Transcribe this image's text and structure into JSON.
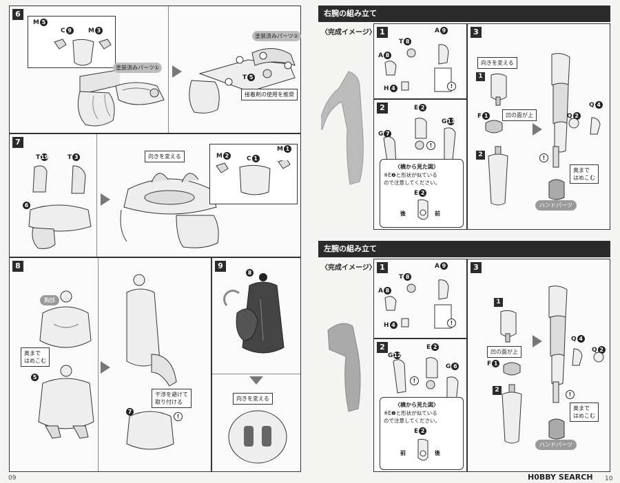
{
  "left_page": {
    "step6": {
      "number": "6",
      "labels": {
        "m5": "M",
        "m5_num": "5",
        "c9": "C",
        "c9_num": "9",
        "m3": "M",
        "m3_num": "3",
        "t5": "T",
        "t5_num": "5"
      },
      "notes": {
        "painted1": "塗装済みパーツ①",
        "painted2": "塗装済みパーツ②",
        "glue": "接着剤の使用を推奨"
      }
    },
    "step7": {
      "number": "7",
      "labels": {
        "t19": "T",
        "t19_num": "19",
        "t3": "T",
        "t3_num": "3",
        "m2": "M",
        "m2_num": "2",
        "c1": "C",
        "c1_num": "1",
        "m1": "M",
        "m1_num": "1",
        "six": "6"
      },
      "notes": {
        "turn": "向きを変える"
      }
    },
    "step8": {
      "number": "8",
      "labels": {
        "five": "5",
        "seven": "7"
      },
      "notes": {
        "chest": "胸部",
        "push_line1": "奥まで",
        "push_line2": "はめこむ",
        "avoid_line1": "干渉を避けて",
        "avoid_line2": "取り付ける"
      }
    },
    "step9": {
      "number": "9",
      "labels": {
        "eight": "8"
      },
      "notes": {
        "turn": "向きを変える"
      }
    },
    "page_number": "09"
  },
  "right_page": {
    "right_arm": {
      "banner": "右腕の組み立て",
      "finished": "〈完成イメージ〉",
      "step1": {
        "number": "1",
        "t8": "T",
        "t8_num": "8",
        "a9": "A",
        "a9_num": "9",
        "a8": "A",
        "a8_num": "8",
        "h4": "H",
        "h4_num": "4"
      },
      "step2": {
        "number": "2",
        "e2": "E",
        "e2_num": "2",
        "g7": "G",
        "g7_num": "7",
        "g13": "G",
        "g13_num": "13",
        "side_view": "〈横から見た図〉",
        "caution_line1": "※E❷と形状が似ている",
        "caution_line2": "ので注意してください。",
        "e2b": "E",
        "e2b_num": "2",
        "back": "後",
        "front": "前"
      },
      "step3": {
        "number": "3",
        "turn": "向きを変える",
        "one": "1",
        "f1": "F",
        "f1_num": "1",
        "concave": "凹の面が上",
        "two": "2",
        "q4": "Q",
        "q4_num": "4",
        "q2": "Q",
        "q2_num": "2",
        "push_line1": "奥まで",
        "push_line2": "はめこむ",
        "hand": "ハンドパーツ"
      }
    },
    "left_arm": {
      "banner": "左腕の組み立て",
      "finished": "〈完成イメージ〉",
      "step1": {
        "number": "1",
        "t8": "T",
        "t8_num": "8",
        "a9": "A",
        "a9_num": "9",
        "a8": "A",
        "a8_num": "8",
        "h4": "H",
        "h4_num": "4"
      },
      "step2": {
        "number": "2",
        "e2": "E",
        "e2_num": "2",
        "g12": "G",
        "g12_num": "12",
        "g6": "G",
        "g6_num": "6",
        "side_view": "〈横から見た図〉",
        "caution_line1": "※E❶と形状が似ている",
        "caution_line2": "ので注意してください。",
        "e2b": "E",
        "e2b_num": "2",
        "front": "前",
        "back": "後"
      },
      "step3": {
        "number": "3",
        "one": "1",
        "concave": "凹の面が上",
        "f1": "F",
        "f1_num": "1",
        "two": "2",
        "q4": "Q",
        "q4_num": "4",
        "q2": "Q",
        "q2_num": "2",
        "push_line1": "奥まで",
        "push_line2": "はめこむ",
        "hand": "ハンドパーツ"
      }
    },
    "page_number": "10"
  },
  "watermark": "H0BBY SEARCH",
  "icons": [
    "caution-icon",
    "arrow-right-icon",
    "arrow-down-icon",
    "rotate-icon"
  ]
}
